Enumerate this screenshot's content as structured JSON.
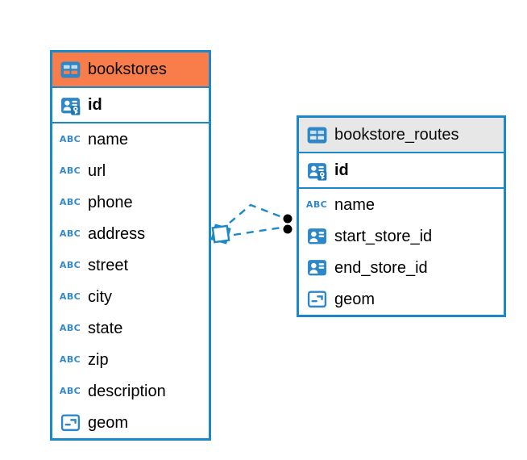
{
  "diagram": {
    "tables": [
      {
        "name": "bookstores",
        "header_color": "#f97c4b",
        "fields": [
          {
            "name": "id",
            "type": "primary-key",
            "pk": true
          },
          {
            "name": "name",
            "type": "text"
          },
          {
            "name": "url",
            "type": "text"
          },
          {
            "name": "phone",
            "type": "text"
          },
          {
            "name": "address",
            "type": "text"
          },
          {
            "name": "street",
            "type": "text"
          },
          {
            "name": "city",
            "type": "text"
          },
          {
            "name": "state",
            "type": "text"
          },
          {
            "name": "zip",
            "type": "text"
          },
          {
            "name": "description",
            "type": "text"
          },
          {
            "name": "geom",
            "type": "geometry"
          }
        ]
      },
      {
        "name": "bookstore_routes",
        "header_color": "#e7e7e7",
        "fields": [
          {
            "name": "id",
            "type": "primary-key",
            "pk": true
          },
          {
            "name": "name",
            "type": "text"
          },
          {
            "name": "start_store_id",
            "type": "reference"
          },
          {
            "name": "end_store_id",
            "type": "reference"
          },
          {
            "name": "geom",
            "type": "geometry"
          }
        ]
      }
    ],
    "relationship": {
      "from_table": "bookstores",
      "to_table": "bookstore_routes",
      "line_count": 2,
      "line_style": "dashed",
      "source_symbol": "layered-diamond",
      "target_symbol": "filled-dots"
    },
    "colors": {
      "table_border": "#1a88c9",
      "link_line": "#1a88c9",
      "icon_blue": "#2e87c6",
      "text_type_blue": "#3289c9",
      "bookstores_header": "#f97c4b",
      "routes_header": "#e7e7e7",
      "field_text": "#000000",
      "dot_fill": "#000000"
    }
  }
}
